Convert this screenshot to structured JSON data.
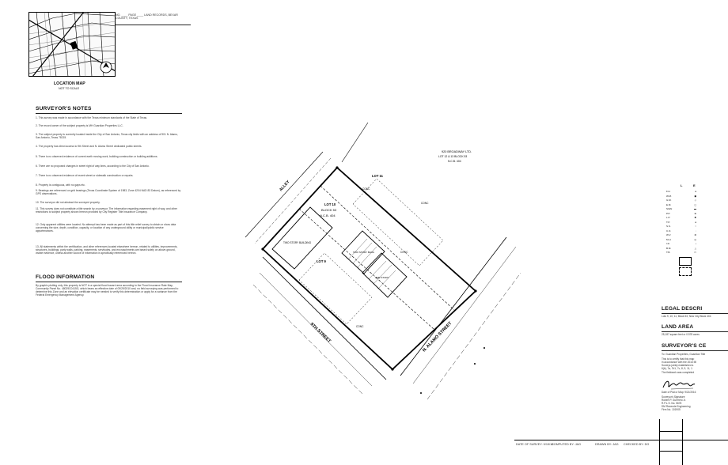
{
  "location_map": {
    "header_text": "NO. ____ PAGE ____ LAND RECORDS, BEXAR COUNTY, TEXAS",
    "title": "LOCATION MAP",
    "subtitle": "NOT TO SCALE"
  },
  "surveyors_notes": {
    "heading": "SURVEYOR'S NOTES",
    "items": [
      "1. This survey was made in accordance with the Texas minimum standards of the State of Texas.",
      "2. The record owner of the subject property is MH Guardian Properties LLC.",
      "3. The subject property is currently located inside the City of San Antonio, Texas city limits with an address of 901 N. Alamo, San Antonio, Texas 78215.",
      "4. The property has direct access to 9th Street and N. Alamo Street dedicated public streets.",
      "5. There is no observed evidence of current earth moving work, building construction or building additions.",
      "6. There are no proposed changes in street right of way lines, according to the City of San Antonio.",
      "7. There is no observed evidence of recent street or sidewalk construction or repairs.",
      "8. Property is contiguous, with no gaps etc.",
      "9. Bearings are referenced on grid bearings (Texas Coordinate System of 1983, Zone 4204 NAD 83 Datum), as referenced by GPS observations.",
      "10. The surveyor did not abstract the surveyed property.",
      "11. This survey does not constitute a title search by a surveyor. The information regarding easement right of way, and other restrictions to subject property shown hereon provided by City Register Title Insurance Company.",
      "12. Only apparent utilities were located. No attempt has been made as part of this title relief survey to obtain or show data concerning the size, depth, condition, capacity, or location of any underground utility or municipal/public service appurtenances.",
      "13. All statements within the certification, and other references located elsewhere hereon, related to utilities, improvements, structures, buildings, party walls, parking, easements, servitudes, and encroachments are based solely on above-ground, visible evidence, unless another source of information is specifically referenced hereon."
    ]
  },
  "flood_information": {
    "heading": "FLOOD INFORMATION",
    "text": "By graphic plotting only, this property is NOT in a special flood hazard area according to the Flood Insurance Rate Map, Community Panel No. 48029C0415G, which bears an effective date of 09/29/2010 and, no field surveying was performed to determine this Zone and an elevation certificate may be needed to verify this determination or apply for a variance from the Federal Emergency Management Agency."
  },
  "plat": {
    "street_9th": "9TH STREET",
    "street_alamo": "N. ALAMO STREET",
    "alley": "ALLEY",
    "lot_11": "LOT 11",
    "lot_10": "LOT 10",
    "block": "BLOCK 53",
    "ncb": "N.C.B. 404",
    "lot_9": "LOT 9",
    "adjoiner_line1": "920 BROADWAY LTD.",
    "adjoiner_line2": "LOT 12 & 13 BLOCK 53",
    "adjoiner_line3": "N.C.B. 404",
    "bldg_two_story_1": "TWO STORY BUILDING",
    "bldg_two_story_2": "TWO STORY BLDG",
    "bldg_one_story": "ONE STORY",
    "area_labels": [
      "CONC",
      "CONC",
      "CONC",
      "CONC"
    ]
  },
  "legend": {
    "header_cols": [
      "L",
      "E"
    ],
    "rows": [
      "F.H.",
      "W.M.",
      "G.M.",
      "E.M.",
      "SIGN",
      "P.P.",
      "L.P.",
      "T.P.",
      "S.S.",
      "C.O.",
      "W.V.",
      "M.H.",
      "I.R.",
      "B.M.",
      "T.B."
    ]
  },
  "right_panel": {
    "legal_heading": "LEGAL DESCRI",
    "legal_text": "Lots 9, 10, 11, Block 53, New City Block 404",
    "area_heading": "LAND AREA",
    "area_text": "25,187 square feet or 0.578 acres",
    "cert_heading": "SURVEYOR'S CE",
    "cert_lines": [
      "To: Guardian Properties, Guardian Title",
      "This is to certify that this map",
      "in accordance with the 2016 Mi",
      "Surveys jointly established a",
      "6(b), 7a, 7b1, 7c, 8, 9, 11, 1",
      "The fieldwork was completed"
    ],
    "date_line": "Date of Plat or Map: 9/21/2016",
    "signer_lines": [
      "Surveyor's Signature",
      "Robert P. Guerrero Jr.",
      "R.P.L.S. No. 5678",
      "DM Rezende Engineering",
      "Firm No. 101905"
    ]
  },
  "title_block": {
    "date_survey": "DATE OF SURVEY: 9/19/16",
    "computed_by": "COMPUTED BY: JAG",
    "drawn_by": "DRAWN BY: JAG",
    "checked_by": "CHECKED BY: DG"
  }
}
